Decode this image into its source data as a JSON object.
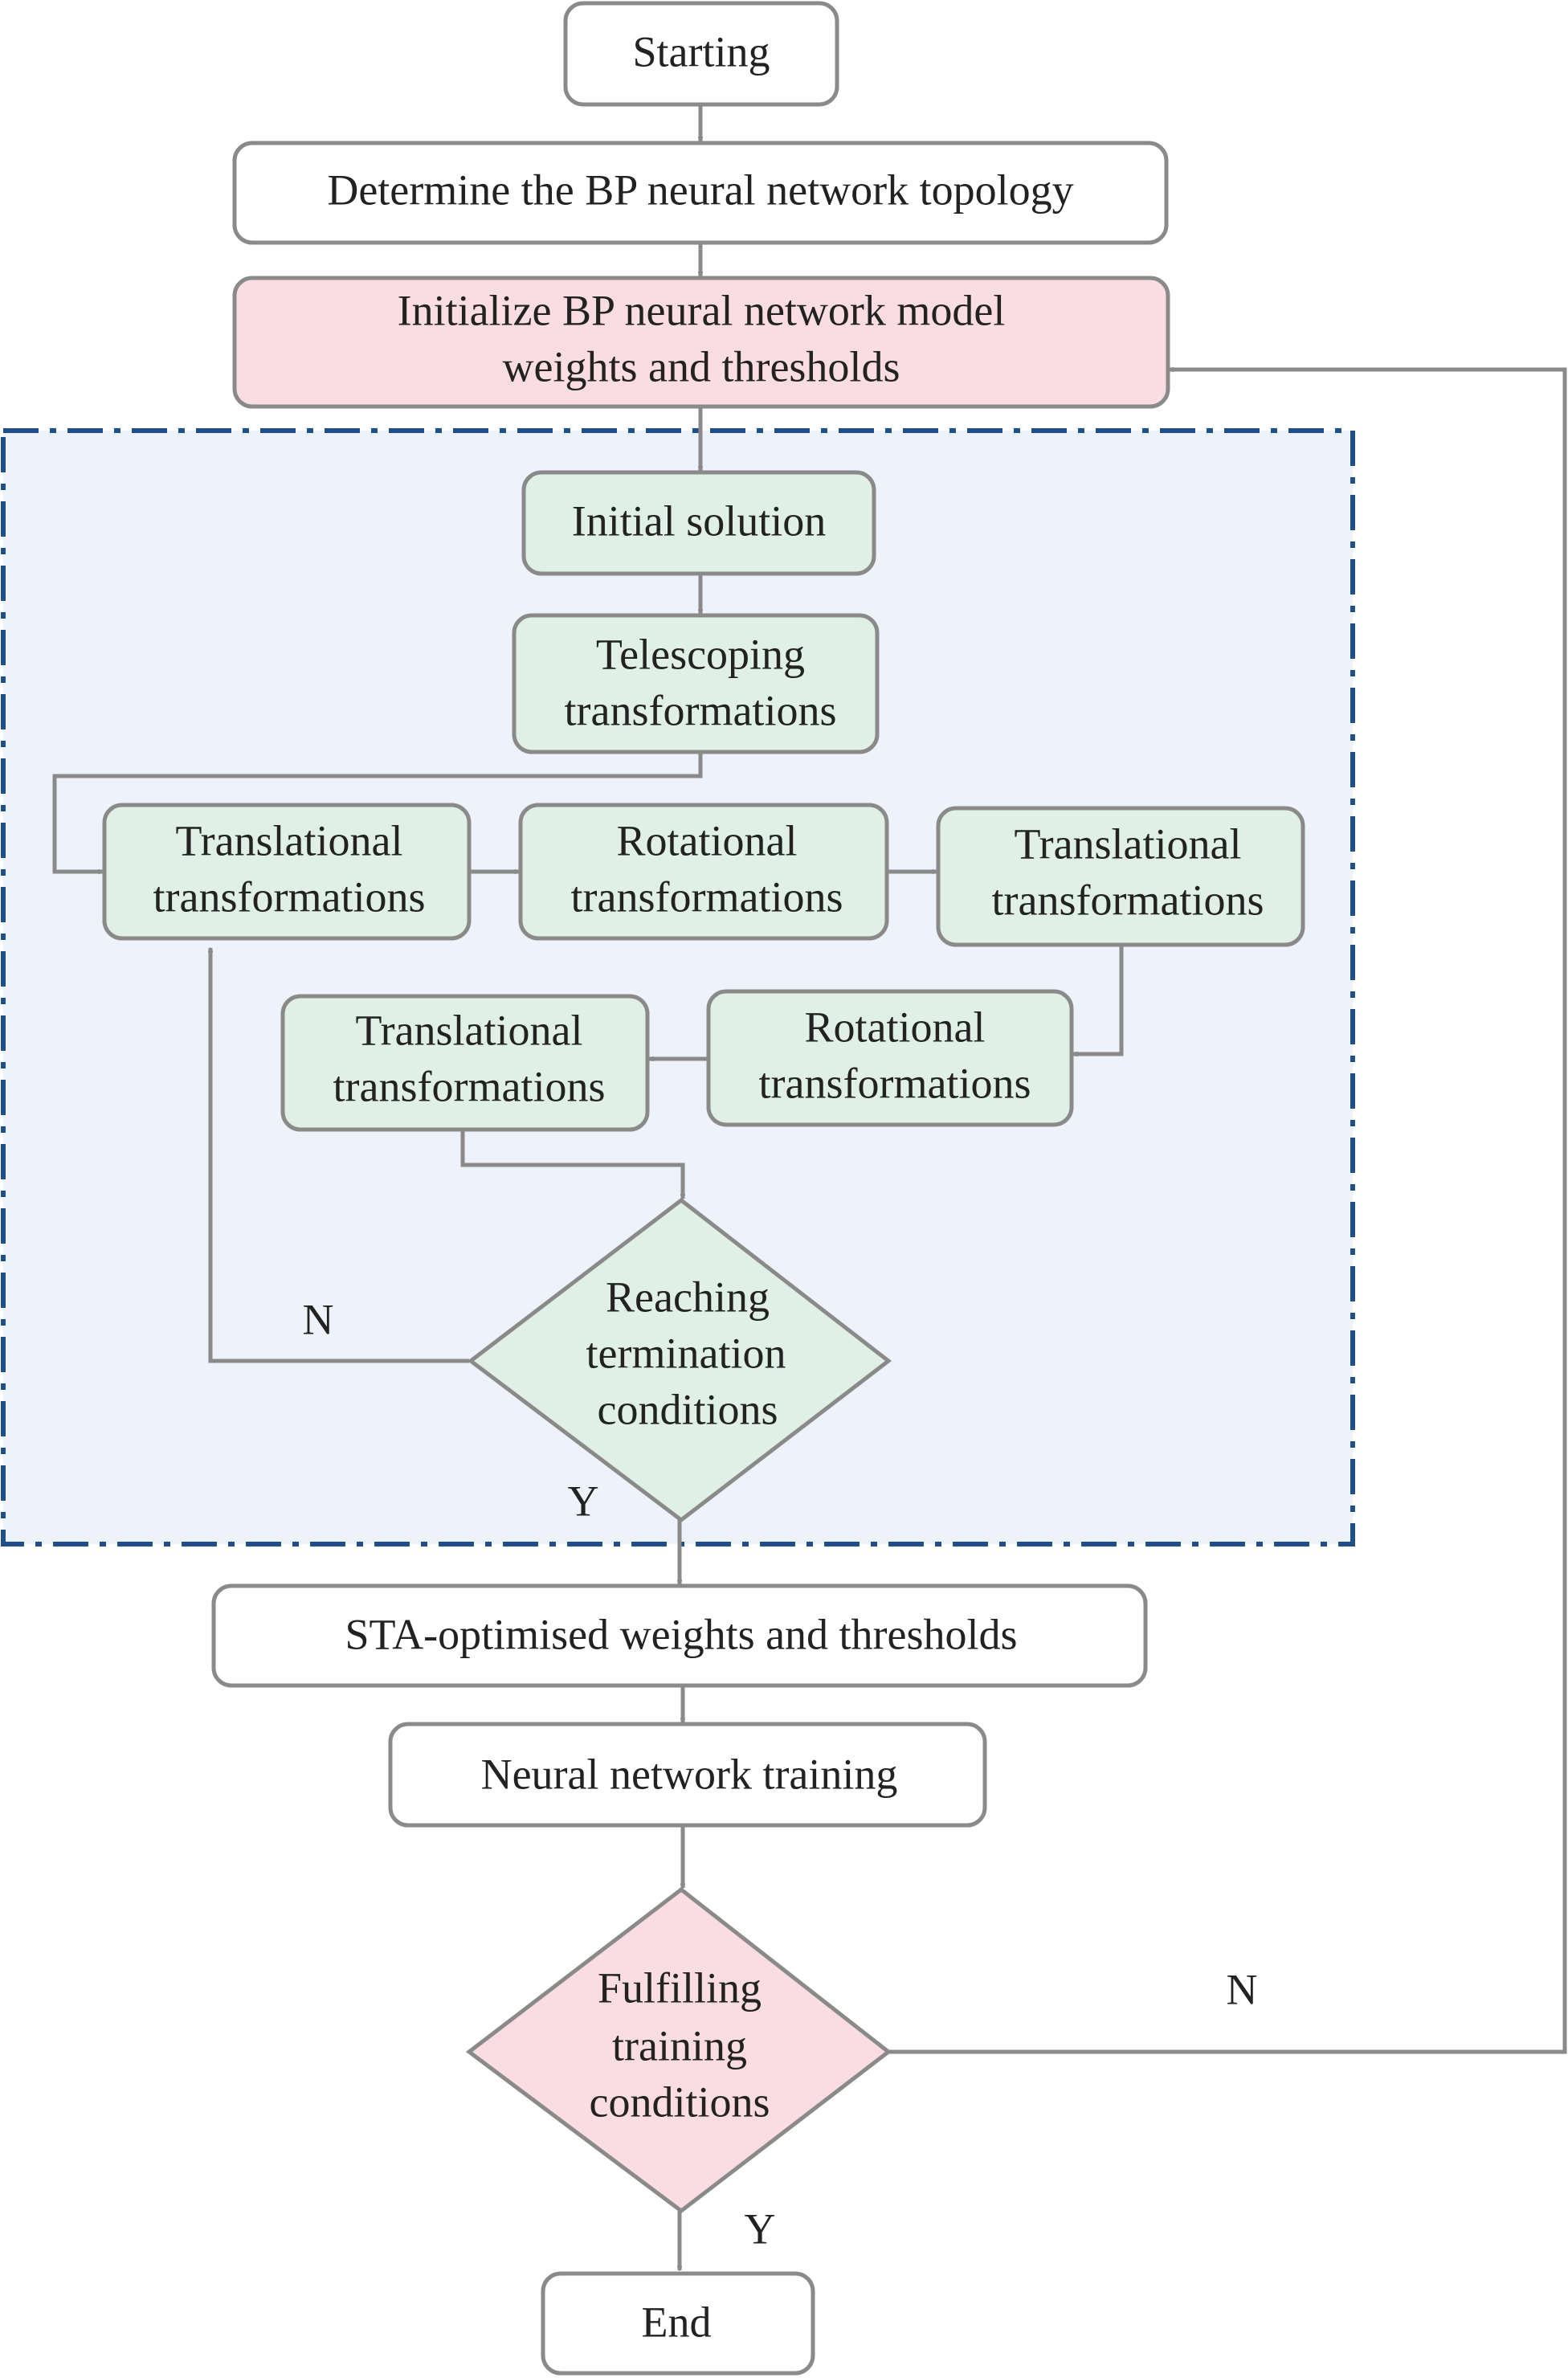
{
  "colors": {
    "white_fill": "#ffffff",
    "pink_fill": "#f9dde2",
    "green_fill": "#e1f0e6",
    "region_fill": "#edf2fb",
    "region_border": "#1f4e8c",
    "stroke": "#8a8a8a"
  },
  "nodes": {
    "starting": "Starting",
    "determine_topology": "Determine the BP neural network topology",
    "initialize_line1": "Initialize BP neural network model",
    "initialize_line2": "weights and thresholds",
    "initial_solution": "Initial solution",
    "telescoping_line1": "Telescoping",
    "telescoping_line2": "transformations",
    "translational_a_line1": "Translational",
    "translational_a_line2": "transformations",
    "rotational_a_line1": "Rotational",
    "rotational_a_line2": "transformations",
    "translational_b_line1": "Translational",
    "translational_b_line2": "transformations",
    "rotational_b_line1": "Rotational",
    "rotational_b_line2": "transformations",
    "translational_c_line1": "Translational",
    "translational_c_line2": "transformations",
    "reaching_line1": "Reaching",
    "reaching_line2": "termination",
    "reaching_line3": "conditions",
    "sta_optimised": "STA-optimised weights and thresholds",
    "nn_training": "Neural network training",
    "fulfilling_line1": "Fulfilling",
    "fulfilling_line2": "training",
    "fulfilling_line3": "conditions",
    "end": "End"
  },
  "labels": {
    "reaching_no": "N",
    "reaching_yes": "Y",
    "fulfilling_no": "N",
    "fulfilling_yes": "Y"
  }
}
